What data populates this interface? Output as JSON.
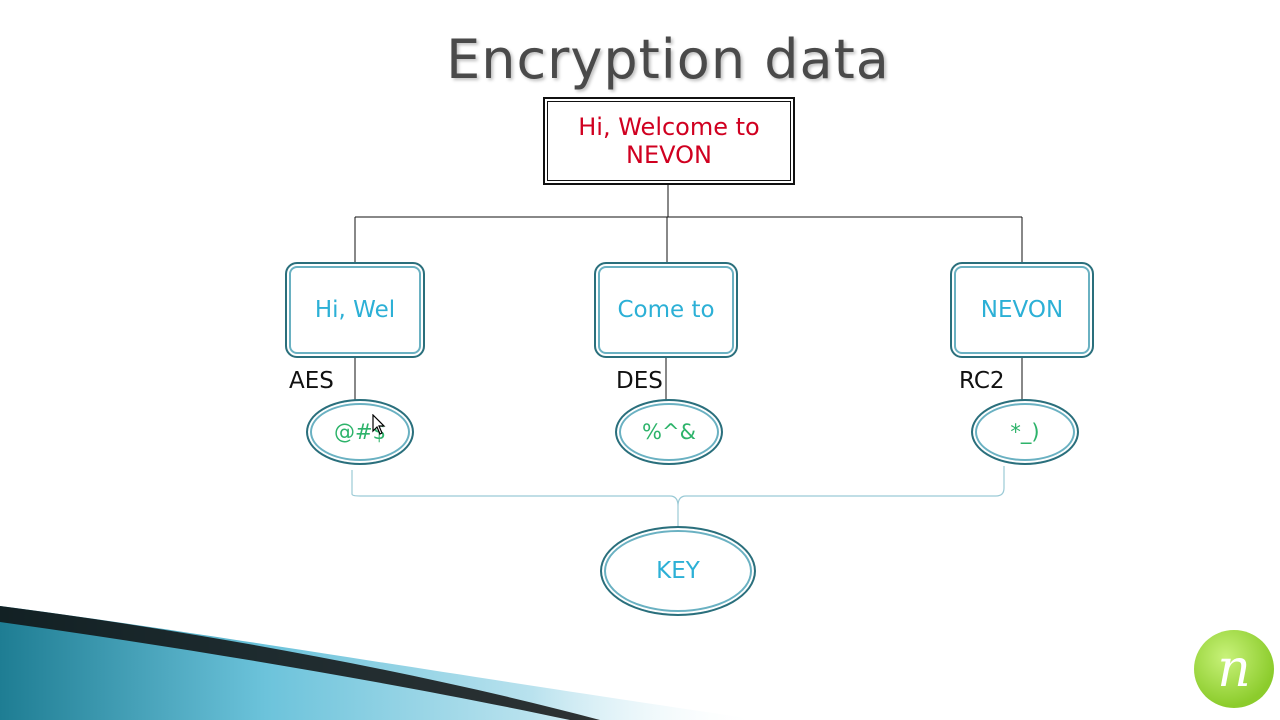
{
  "title": "Encryption data",
  "root": {
    "line1": "Hi, Welcome to",
    "line2": "NEVON"
  },
  "chunks": [
    {
      "text": "Hi, Wel",
      "algorithm": "AES",
      "cipher": "@#$"
    },
    {
      "text": "Come to",
      "algorithm": "DES",
      "cipher": "%^&"
    },
    {
      "text": "NEVON",
      "algorithm": "RC2",
      "cipher": "*_)"
    }
  ],
  "key": "KEY",
  "logo": {
    "glyph": "n",
    "icon": "nevon-logo-icon"
  },
  "colors": {
    "root_text": "#d00020",
    "chunk_text": "#2cb0d6",
    "cipher_text": "#2db36a",
    "border": "#2a6f7c"
  }
}
